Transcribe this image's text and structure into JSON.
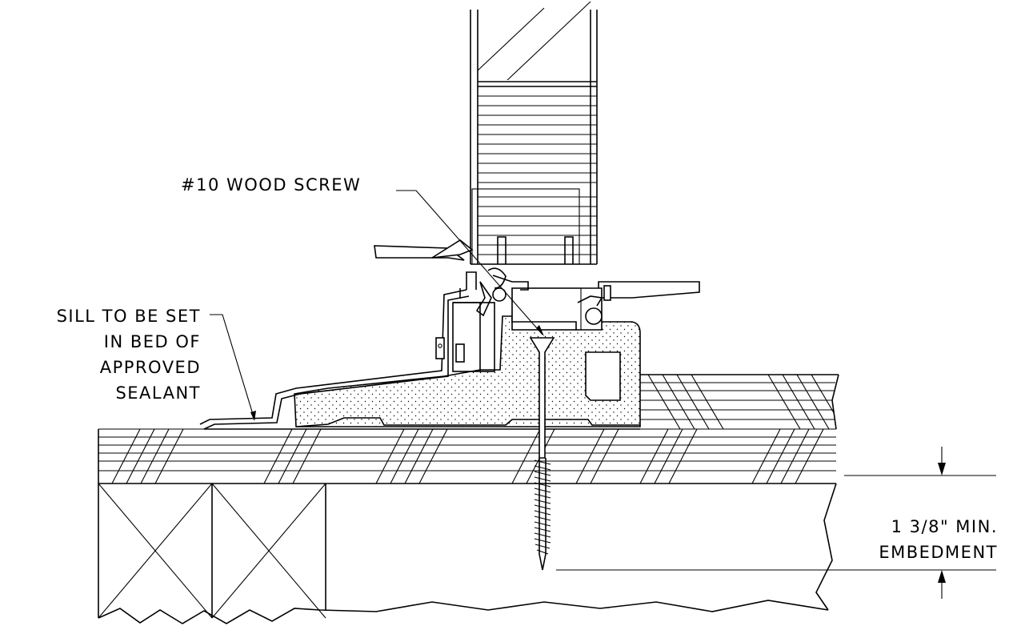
{
  "labels": {
    "screw": "#10 WOOD SCREW",
    "sill": [
      "SILL TO BE SET",
      "IN BED OF",
      "APPROVED",
      "SEALANT"
    ],
    "embedment": [
      "1 3/8\" MIN.",
      "EMBEDMENT"
    ]
  }
}
